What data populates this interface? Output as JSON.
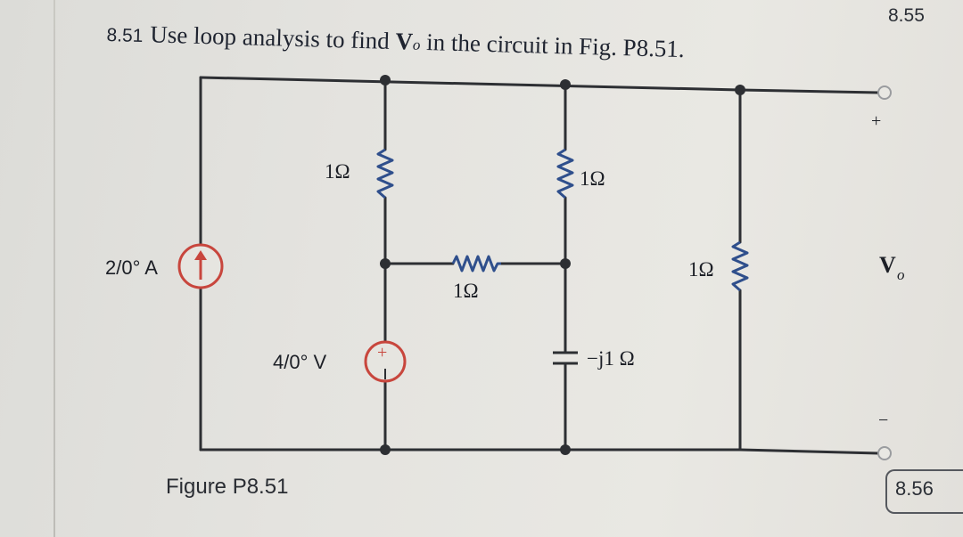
{
  "problem": {
    "number": "8.51",
    "text_before": "Use loop analysis to find ",
    "variable": "V",
    "variable_sub": "o",
    "text_after": " in the circuit in Fig. P8.51."
  },
  "side_tags": {
    "top": "8.55",
    "bottom": "8.56"
  },
  "figure_caption": "Figure P8.51",
  "components": {
    "current_source": "2/0° A",
    "voltage_source": "4/0° V",
    "source_plus": "+",
    "r1": "1Ω",
    "r2": "1Ω",
    "r3": "1Ω",
    "r4": "1Ω",
    "capacitor": "−j1 Ω"
  },
  "output": {
    "plus": "+",
    "minus": "−",
    "label": "V",
    "label_sub": "o"
  },
  "colors": {
    "wire": "#2d2f33",
    "resistor": "#2f4f8c",
    "source": "#c8463d",
    "text": "#1c1f26"
  }
}
